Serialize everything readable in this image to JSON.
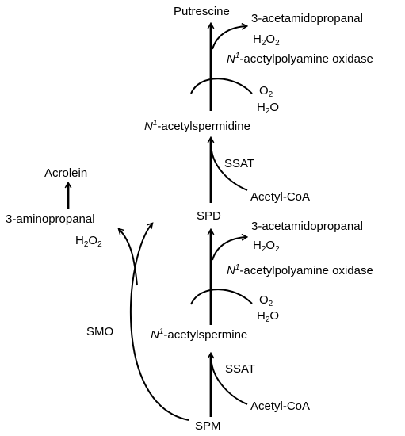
{
  "nodes": {
    "putrescine": "Putrescine",
    "n1_acetylspermidine": {
      "prefix": "N",
      "sup": "1",
      "suffix": "-acetylspermidine"
    },
    "spd": "SPD",
    "n1_acetylspermine": {
      "prefix": "N",
      "sup": "1",
      "suffix": "-acetylspermine"
    },
    "spm": "SPM",
    "acrolein": "Acrolein",
    "aminopropanal": "3-aminopropanal"
  },
  "enzymes": {
    "ssat_top": "SSAT",
    "ssat_bottom": "SSAT",
    "smo": "SMO",
    "apao_top": {
      "prefix": "N",
      "sup": "1",
      "suffix": "-acetylpolyamine oxidase"
    },
    "apao_bottom": {
      "prefix": "N",
      "sup": "1",
      "suffix": "-acetylpolyamine oxidase"
    }
  },
  "cofactors": {
    "acetyl_coa_top": "Acetyl-CoA",
    "acetyl_coa_bottom": "Acetyl-CoA",
    "o2_top": {
      "base": "O",
      "sub": "2"
    },
    "h2o_top": {
      "pre": "H",
      "sub": "2",
      "post": "O"
    },
    "o2_bottom": {
      "base": "O",
      "sub": "2"
    },
    "h2o_bottom": {
      "pre": "H",
      "sub": "2",
      "post": "O"
    }
  },
  "products": {
    "acetamidopropanal_top": "3-acetamidopropanal",
    "h2o2_top": {
      "pre": "H",
      "sub1": "2",
      "mid": "O",
      "sub2": "2"
    },
    "acetamidopropanal_bottom": "3-acetamidopropanal",
    "h2o2_bottom": {
      "pre": "H",
      "sub1": "2",
      "mid": "O",
      "sub2": "2"
    },
    "h2o2_smo": {
      "pre": "H",
      "sub1": "2",
      "mid": "O",
      "sub2": "2"
    }
  }
}
